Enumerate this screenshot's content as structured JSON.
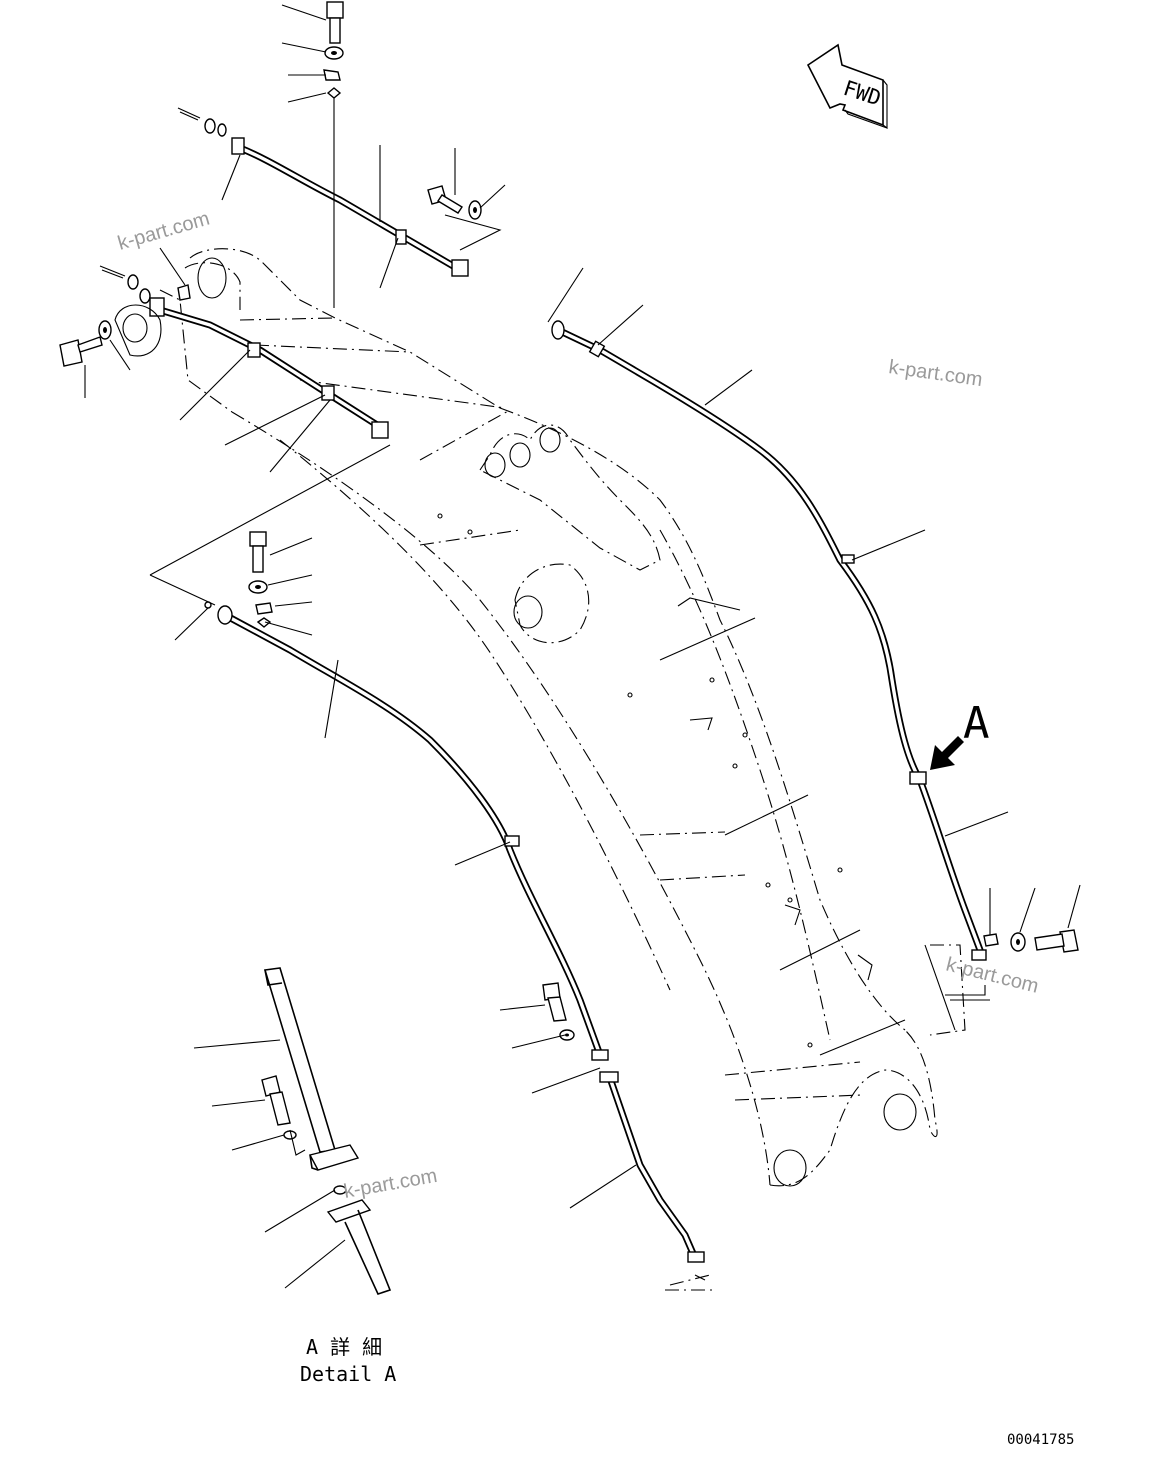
{
  "direction_marker": {
    "text": "FWD",
    "icon": "forward-arrow-icon"
  },
  "view_marker": {
    "letter": "A",
    "icon": "view-arrow-icon"
  },
  "detail": {
    "title_jp": "A 詳 細",
    "title_en": "Detail A"
  },
  "drawing_number": "00041785",
  "watermarks": [
    "k-part.com",
    "k-part.com",
    "k-part.com",
    "k-part.com"
  ],
  "colors": {
    "line": "#000000",
    "background": "#ffffff",
    "watermark": "#9a9a9a"
  }
}
